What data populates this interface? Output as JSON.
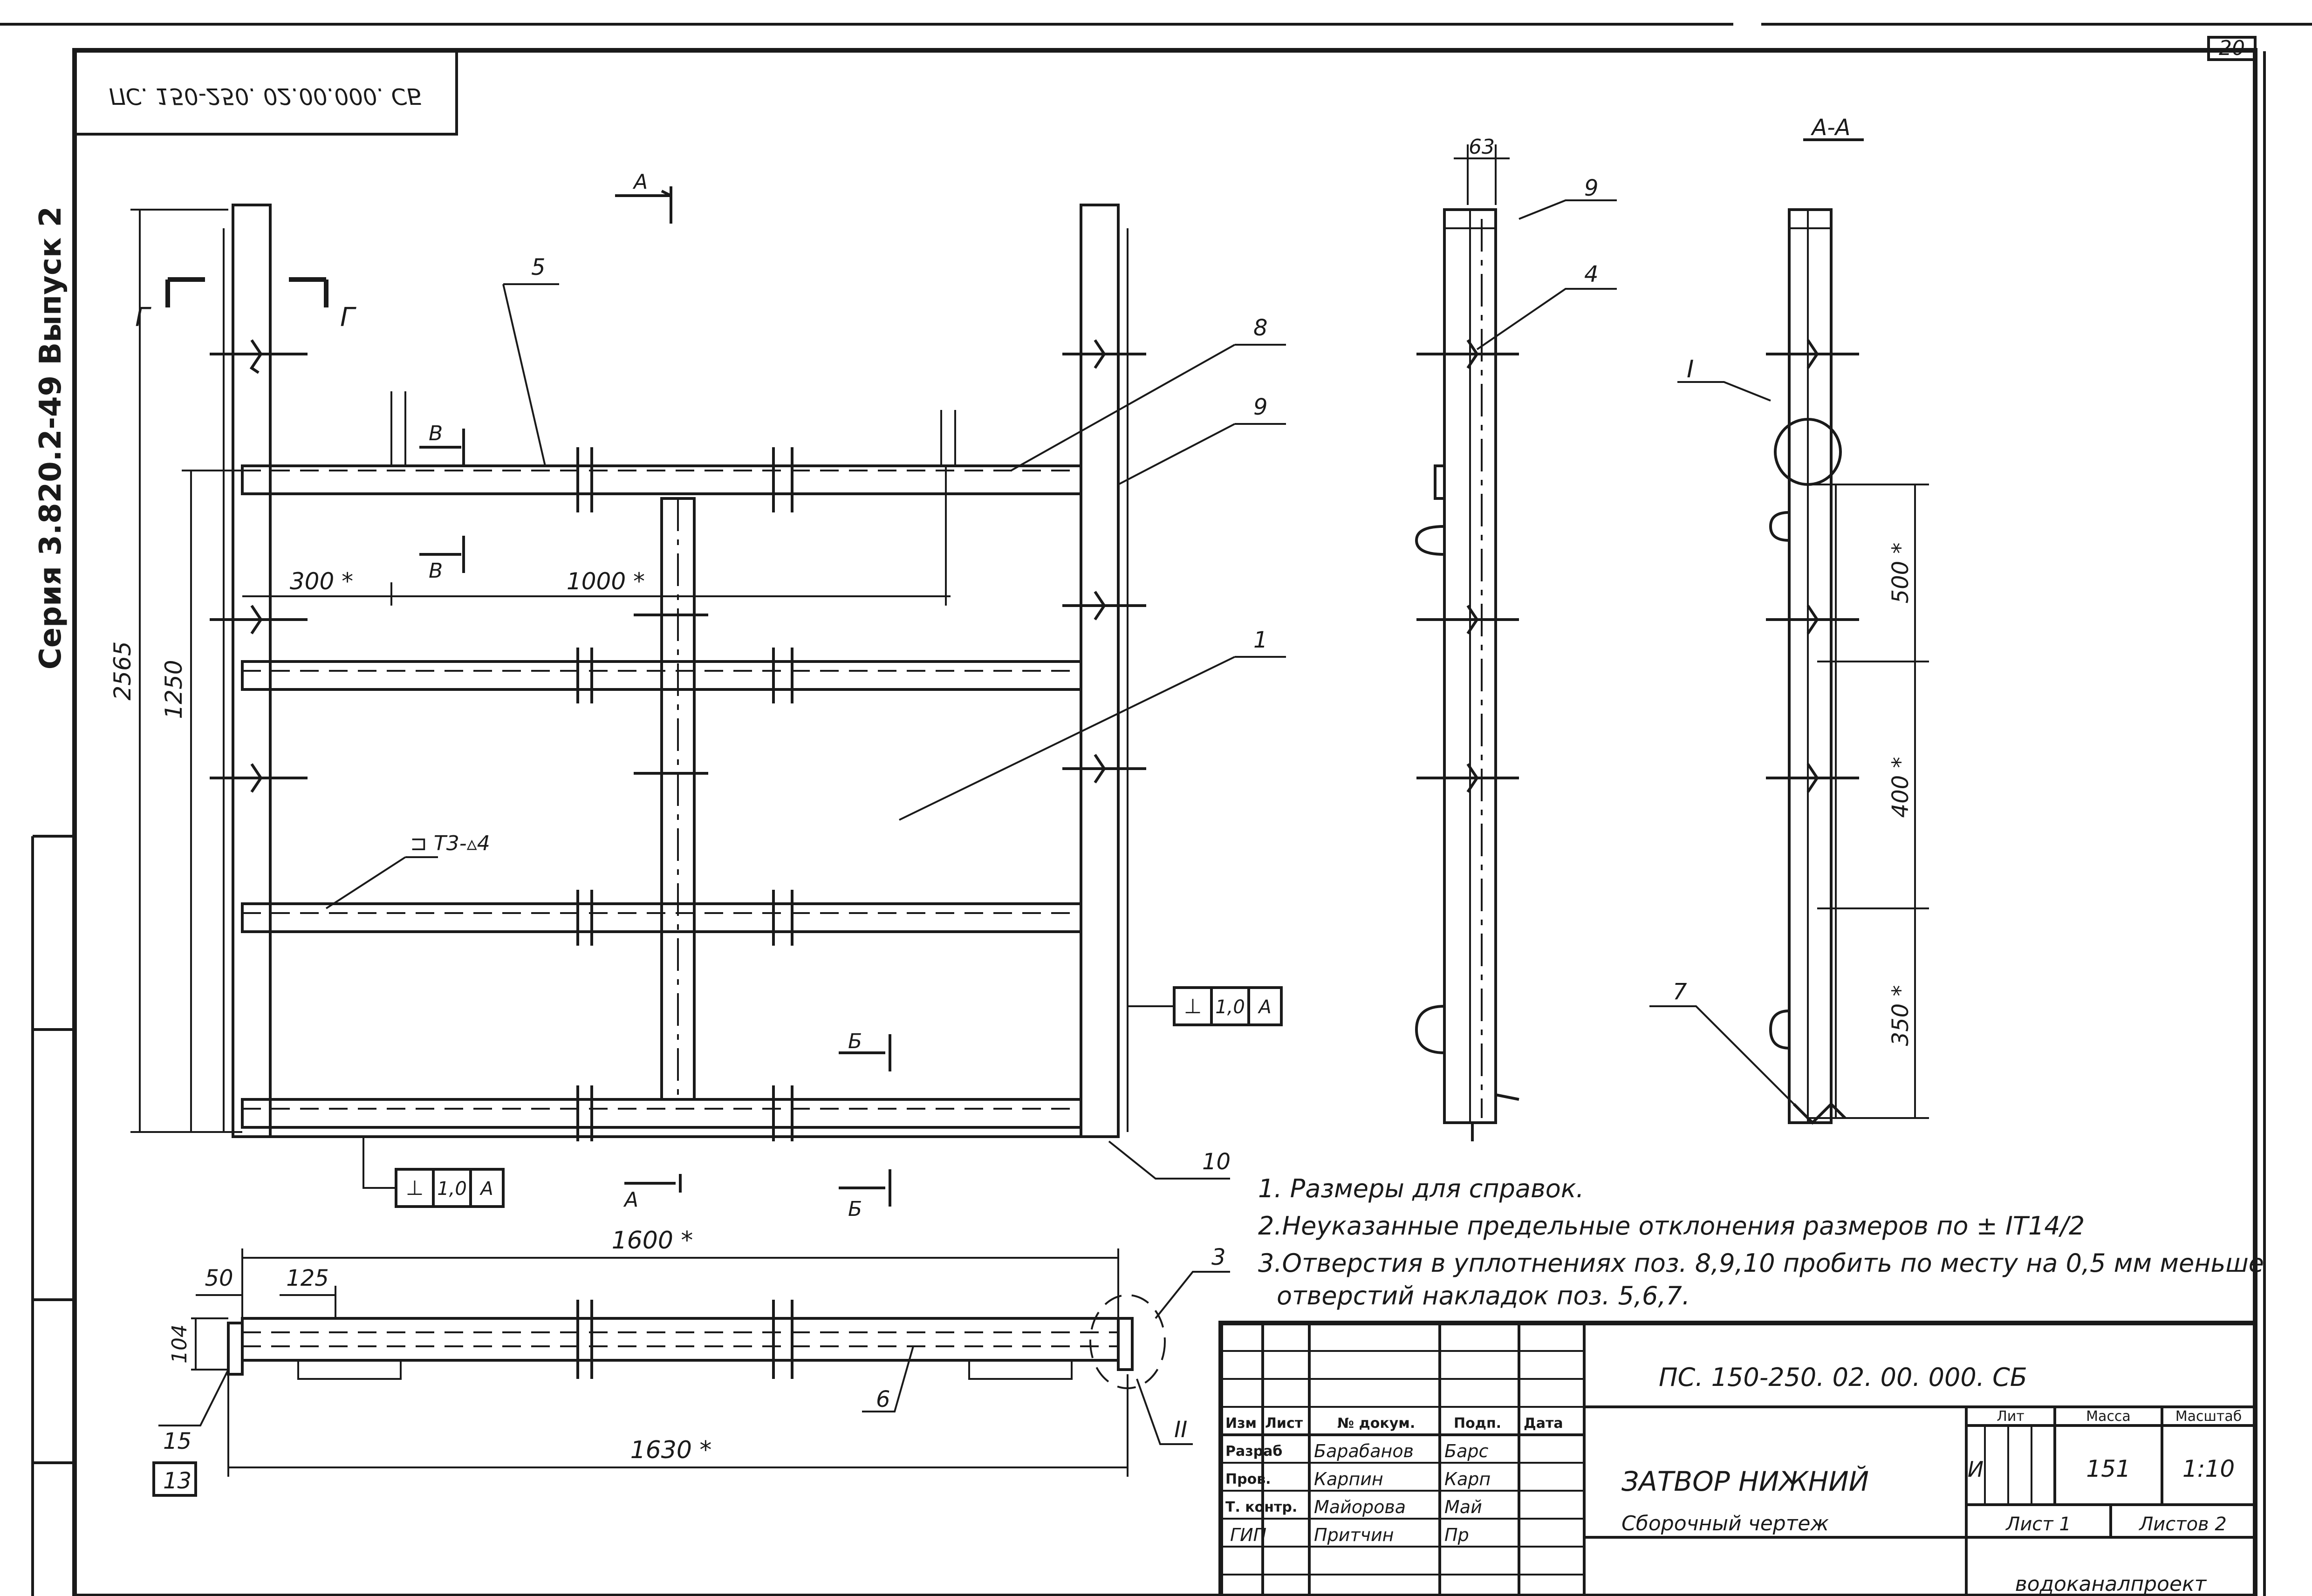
{
  "drawing": {
    "sheet_corner_number": "20",
    "mirrored_code": "ПС. 150-250. 02.00.000. СБ",
    "series_label": "Серия 3.820.2-49 Выпуск 2",
    "view_marks": {
      "section_a_arrow_top": "А",
      "section_a_arrow_bottom": "А",
      "section_aa_title": "А-А",
      "section_b_top": "Б",
      "section_b_bottom": "Б",
      "section_v_top": "В",
      "section_v_bottom": "В",
      "section_g_left": "Г",
      "section_g_right": "Г",
      "detail_I": "I",
      "detail_II": "II"
    },
    "dimensions": {
      "total_height": "2565",
      "beam_height": "1250",
      "d300": "300 *",
      "d1000": "1000 *",
      "d63": "63",
      "d500": "500 *",
      "d400": "400 *",
      "d350": "350 *",
      "d1600": "1600 *",
      "d1630": "1630 *",
      "d50": "50",
      "d125": "125",
      "d104": "104"
    },
    "positions": {
      "p1": "1",
      "p3": "3",
      "p4": "4",
      "p5": "5",
      "p6": "6",
      "p7": "7",
      "p8": "8",
      "p9a": "9",
      "p9b": "9",
      "p10": "10",
      "p13": "13",
      "p15": "15"
    },
    "weld_symbol": "⊐ Т3-▵4",
    "tolerance_right": [
      "⊥",
      "1,0",
      "А"
    ],
    "tolerance_bottom": [
      "⊥",
      "1,0",
      "А"
    ],
    "notes": [
      "1. Размеры для справок.",
      "2.Неуказанные предельные отклонения размеров по ± IT14/2",
      "3.Отверстия в уплотнениях поз. 8,9,10 пробить по месту на 0,5 мм меньше",
      "отверстий накладок поз. 5,6,7."
    ]
  },
  "title_block": {
    "doc_code": "ПС. 150-250. 02. 00. 000. СБ",
    "name": "ЗАТВОР НИЖНИЙ",
    "subtitle": "Сборочный чертеж",
    "col_headers": [
      "Изм",
      "Лист",
      "№ докум.",
      "Подп.",
      "Дата"
    ],
    "rows": [
      {
        "role": "Разраб",
        "name": "Барабанов",
        "sign": "Барс"
      },
      {
        "role": "Пров.",
        "name": "Карпин",
        "sign": "Карп"
      },
      {
        "role": "Т. контр.",
        "name": "Майорова",
        "sign": "Май"
      },
      {
        "role": "ГИП",
        "name": "Притчин",
        "sign": "Пр"
      }
    ],
    "lit_label": "Лит",
    "mass_label": "Масса",
    "scale_label": "Масштаб",
    "lit_value": "И",
    "mass_value": "151",
    "scale_value": "1:10",
    "sheet_label": "Лист 1",
    "sheets_label": "Листов 2",
    "org": "водоканалпроект"
  }
}
